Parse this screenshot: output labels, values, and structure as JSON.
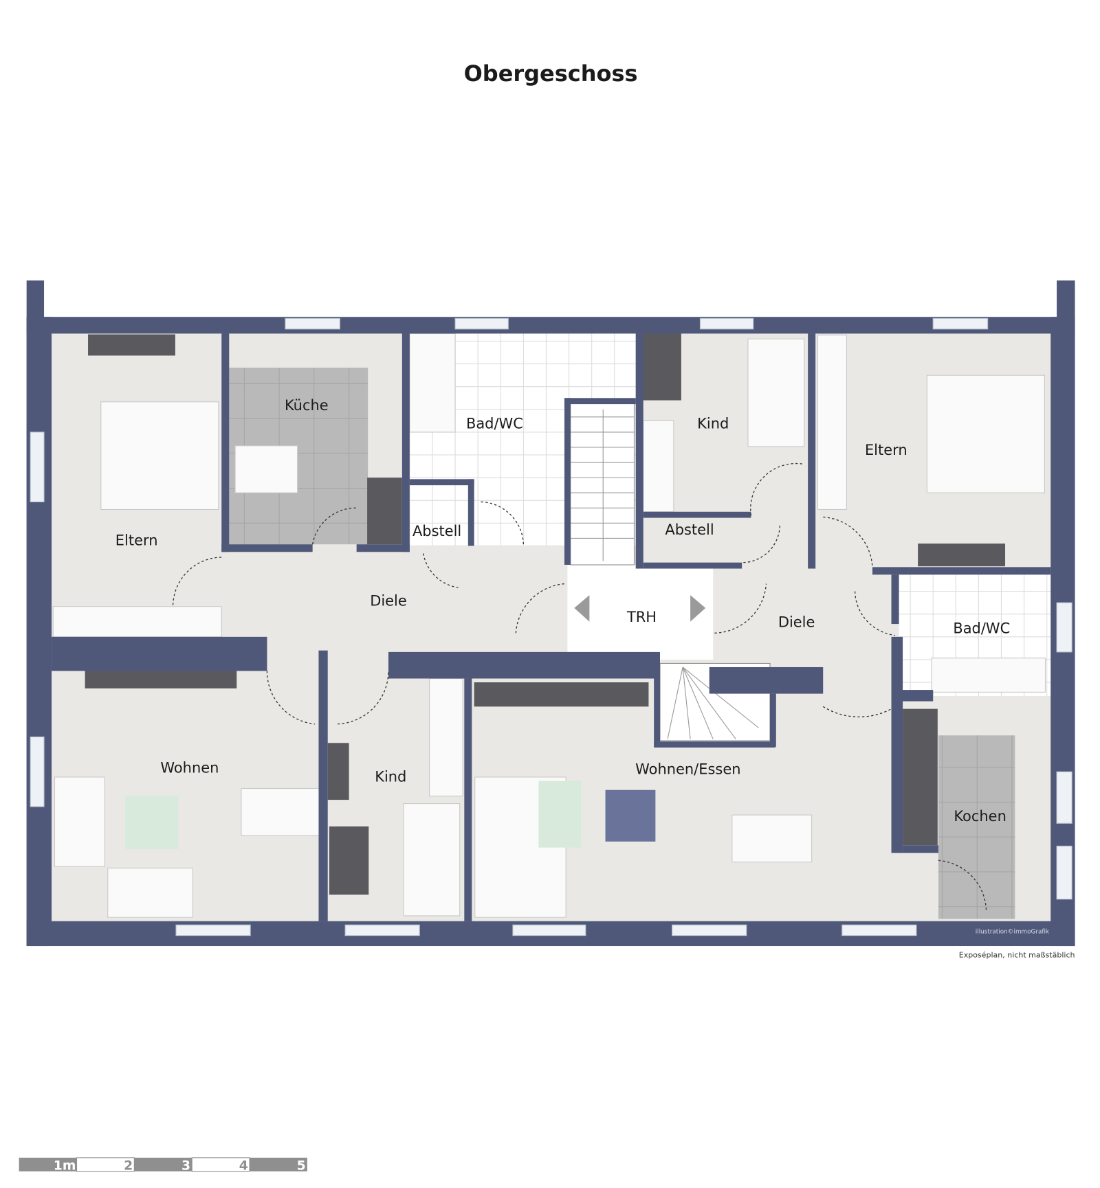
{
  "title": "Obergeschoss",
  "rooms": {
    "kueche": "Küche",
    "bad_left": "Bad/WC",
    "kind_top": "Kind",
    "eltern_right": "Eltern",
    "eltern_left": "Eltern",
    "abstell_left": "Abstell",
    "abstell_right": "Abstell",
    "diele_left": "Diele",
    "trh": "TRH",
    "diele_right": "Diele",
    "bad_right": "Bad/WC",
    "wohnen": "Wohnen",
    "kind_bottom": "Kind",
    "wohnen_essen": "Wohnen/Essen",
    "kochen": "Kochen"
  },
  "credit": "illustration©immoGrafik",
  "note": "Exposéplan, nicht maßstäblich",
  "scale_bar": {
    "labels": [
      "1m",
      "2",
      "3",
      "4",
      "5"
    ]
  },
  "colors": {
    "wall": "#50587a",
    "floor": "#e9e8e4",
    "kitchen_floor": "#b5b5b5"
  }
}
